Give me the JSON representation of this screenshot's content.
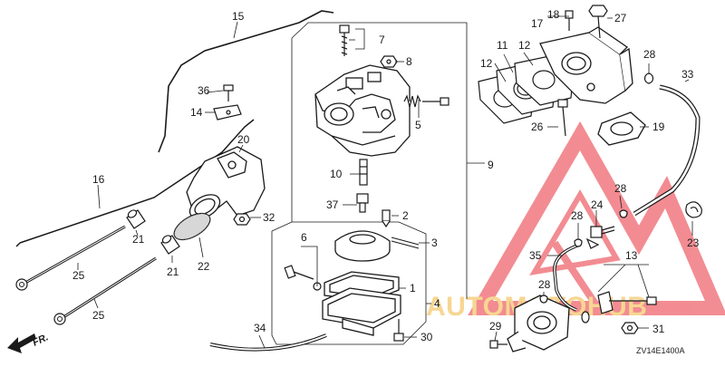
{
  "diagram": {
    "part_numbers": [
      "1",
      "2",
      "3",
      "4",
      "5",
      "6",
      "7",
      "8",
      "9",
      "10",
      "11",
      "12",
      "12",
      "13",
      "14",
      "15",
      "16",
      "17",
      "18",
      "19",
      "20",
      "21",
      "21",
      "22",
      "23",
      "24",
      "25",
      "25",
      "26",
      "27",
      "28",
      "28",
      "28",
      "28",
      "29",
      "30",
      "31",
      "32",
      "33",
      "34",
      "35",
      "36",
      "37"
    ],
    "direction_label": "FR.",
    "drawing_code": "ZV14E1400A"
  },
  "watermark": {
    "text": "AUTOMOTOHUB",
    "colors": {
      "red": "#e8303a",
      "gold": "#f2b53a"
    }
  },
  "colors": {
    "ink": "#1a1a1a",
    "background": "#ffffff"
  }
}
